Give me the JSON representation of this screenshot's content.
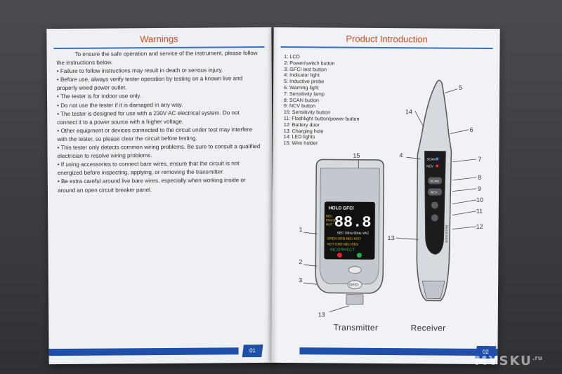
{
  "left_page": {
    "title": "Warnings",
    "intro": "To ensure the safe operation and service of the instrument, please follow the instructions below.",
    "bullets": [
      "• Failure to follow instructions may result in death or serious injury.",
      "• Before use, always verify tester operation by testing on a known live and properly wired power outlet.",
      "• The tester is for indoor use only.",
      "• Do not use the tester if it is damaged in any way.",
      "• The tester is designed for use with a 230V AC electrical system. Do not connect it to a power source with a higher voltage.",
      "• Other equipment or devices connected to the circuit under test may interfere with the tester, so please clear the circuit before testing.",
      "• This tester only detects common wiring problems. Be sure to consult a qualified electrician to resolve wiring problems.",
      "• If using accessories to connect bare wires, ensure that the circuit is not energized before inspecting, applying, or removing the transmitter.",
      "• Be extra careful around live bare wires, especially when working inside or around an open circuit breaker panel."
    ],
    "page_number": "01"
  },
  "right_page": {
    "title": "Product Introduction",
    "parts": [
      "1: LCD",
      "2: Power/switch button",
      "3: GFCI test button",
      "4: Indicator light",
      "5: Inductive probe",
      "6: Warning light",
      "7: Sensitivity lamp",
      "8: SCAN button",
      "9: NCV button",
      "10: Sensitivity button",
      "11: Flashlight button/power button",
      "12: Battery door",
      "13: Charging hole",
      "14: LED lights",
      "15: Wire holder"
    ],
    "callouts": [
      "1",
      "2",
      "3",
      "4",
      "5",
      "6",
      "7",
      "8",
      "9",
      "10",
      "11",
      "12",
      "13",
      "14",
      "15"
    ],
    "caption_transmitter": "Transmitter",
    "caption_receiver": "Receiver",
    "page_number": "02"
  },
  "transmitter_display": {
    "header": "HOLD GFCI",
    "digits": "88.8",
    "left_labels": [
      "NEU",
      "PHASE",
      "HOT"
    ],
    "sec_line": "SEC 50Hz 60Hz VAC",
    "line1": "OPEN GRD NEU HOT",
    "line2": "HOT GRD NEU REV",
    "incorrect": "INCORRECT",
    "button_gfci": "GFCI"
  },
  "receiver_labels": {
    "scan_led": "SCAN",
    "ncv_led": "NCV",
    "scan_button": "SCAN",
    "ncv_button": "NCV",
    "body_text": "RECEIVER"
  },
  "watermark": {
    "text": "MYSKU",
    "suffix": ".ru"
  }
}
